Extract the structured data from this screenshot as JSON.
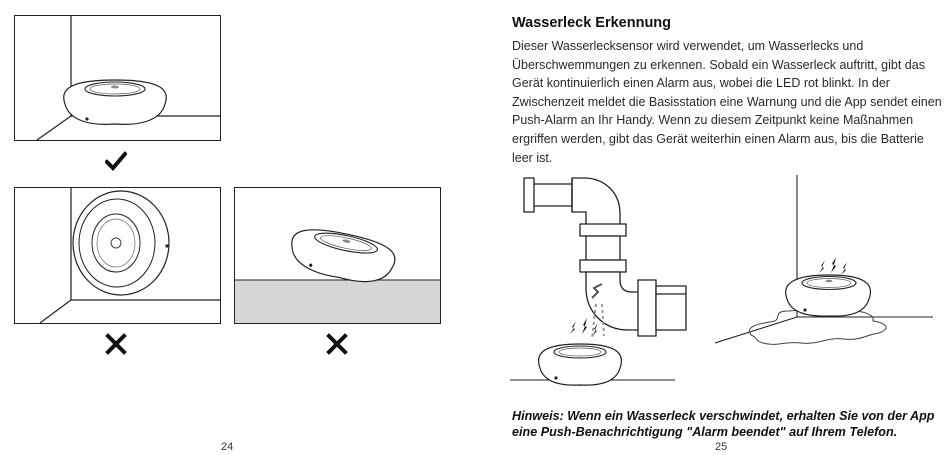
{
  "left_page": {
    "page_number": "24",
    "figures": [
      {
        "name": "sensor-flat-in-corner",
        "verdict": "correct",
        "verdict_icon": "checkmark-icon"
      },
      {
        "name": "sensor-mounted-on-wall",
        "verdict": "incorrect",
        "verdict_icon": "cross-icon"
      },
      {
        "name": "sensor-tilted-on-surface",
        "verdict": "incorrect",
        "verdict_icon": "cross-icon"
      }
    ]
  },
  "right_page": {
    "page_number": "25",
    "heading": "Wasserleck Erkennung",
    "body": "Dieser Wasserlecksensor wird verwendet, um Wasserlecks und Überschwemmungen zu erkennen. Sobald ein Wasserleck auftritt, gibt das Gerät kontinuierlich einen Alarm aus, wobei die LED rot blinkt. In der Zwischenzeit meldet die Basisstation eine Warnung und die App sendet einen Push-Alarm an Ihr Handy. Wenn zu diesem Zeitpunkt keine Maßnahmen ergriffen werden, gibt das Gerät weiterhin einen Alarm aus, bis die Batterie leer ist.",
    "hint": "Hinweis: Wenn ein Wasserleck verschwindet, erhalten Sie von der App eine Push-Benachrichtigung \"Alarm beendet\" auf Ihrem Telefon.",
    "illustrations": [
      {
        "name": "leaking-pipe-with-sensor",
        "icon": "alarm-spark-icon"
      },
      {
        "name": "sensor-in-water-puddle",
        "icon": "alarm-spark-icon"
      }
    ]
  },
  "colors": {
    "line": "#222222",
    "floor_fill": "#d6d6d6",
    "text": "#2a2a2a"
  }
}
